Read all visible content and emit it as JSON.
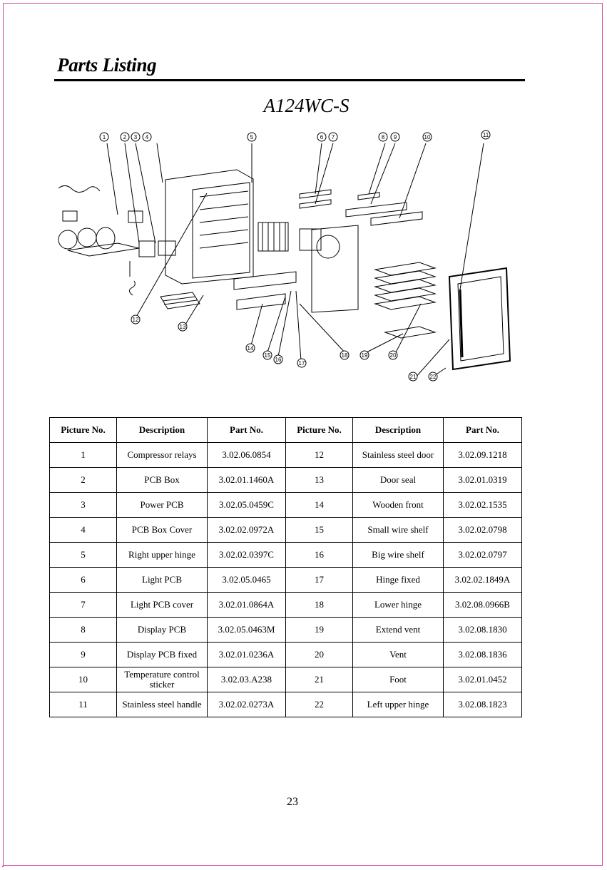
{
  "header": {
    "section_title": "Parts Listing",
    "model": "A124WC-S"
  },
  "diagram": {
    "callouts": [
      "1",
      "2",
      "3",
      "4",
      "5",
      "6",
      "7",
      "8",
      "9",
      "10",
      "11",
      "12",
      "13",
      "14",
      "15",
      "16",
      "17",
      "18",
      "19",
      "20",
      "21",
      "22"
    ]
  },
  "table": {
    "headers": [
      "Picture No.",
      "Description",
      "Part No.",
      "Picture No.",
      "Description",
      "Part No."
    ],
    "rows": [
      {
        "left_no": "1",
        "left_desc": "Compressor relays",
        "left_part": "3.02.06.0854",
        "right_no": "12",
        "right_desc": "Stainless steel door",
        "right_part": "3.02.09.1218"
      },
      {
        "left_no": "2",
        "left_desc": "PCB Box",
        "left_part": "3.02.01.1460A",
        "right_no": "13",
        "right_desc": "Door seal",
        "right_part": "3.02.01.0319"
      },
      {
        "left_no": "3",
        "left_desc": "Power PCB",
        "left_part": "3.02.05.0459C",
        "right_no": "14",
        "right_desc": "Wooden front",
        "right_part": "3.02.02.1535"
      },
      {
        "left_no": "4",
        "left_desc": "PCB Box Cover",
        "left_part": "3.02.02.0972A",
        "right_no": "15",
        "right_desc": "Small wire shelf",
        "right_part": "3.02.02.0798"
      },
      {
        "left_no": "5",
        "left_desc": "Right upper hinge",
        "left_part": "3.02.02.0397C",
        "right_no": "16",
        "right_desc": "Big wire shelf",
        "right_part": "3.02.02.0797"
      },
      {
        "left_no": "6",
        "left_desc": "Light PCB",
        "left_part": "3.02.05.0465",
        "right_no": "17",
        "right_desc": "Hinge fixed",
        "right_part": "3.02.02.1849A"
      },
      {
        "left_no": "7",
        "left_desc": "Light PCB cover",
        "left_part": "3.02.01.0864A",
        "right_no": "18",
        "right_desc": "Lower hinge",
        "right_part": "3.02.08.0966B"
      },
      {
        "left_no": "8",
        "left_desc": "Display PCB",
        "left_part": "3.02.05.0463M",
        "right_no": "19",
        "right_desc": "Extend vent",
        "right_part": "3.02.08.1830"
      },
      {
        "left_no": "9",
        "left_desc": "Display PCB fixed",
        "left_part": "3.02.01.0236A",
        "right_no": "20",
        "right_desc": "Vent",
        "right_part": "3.02.08.1836"
      },
      {
        "left_no": "10",
        "left_desc": "Temperature control sticker",
        "left_part": "3.02.03.A238",
        "right_no": "21",
        "right_desc": "Foot",
        "right_part": "3.02.01.0452"
      },
      {
        "left_no": "11",
        "left_desc": "Stainless steel handle",
        "left_part": "3.02.02.0273A",
        "right_no": "22",
        "right_desc": "Left upper hinge",
        "right_part": "3.02.08.1823"
      }
    ]
  },
  "footer": {
    "page_number": "23"
  }
}
